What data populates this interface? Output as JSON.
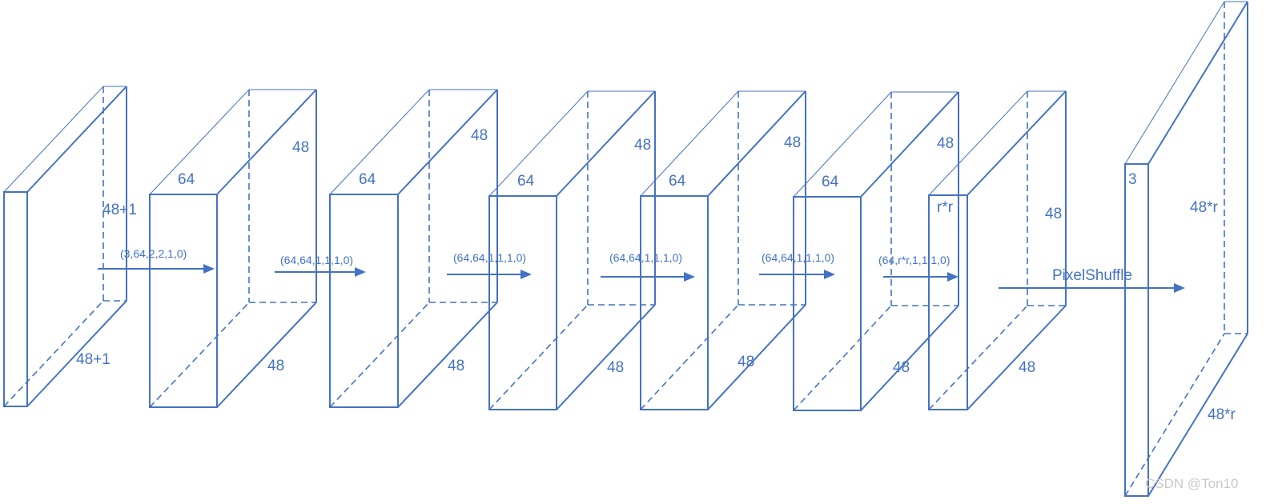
{
  "blocks": [
    {
      "id": "input",
      "depth_label": "",
      "height_label": "48+1",
      "width_label": "48+1"
    },
    {
      "id": "conv1",
      "depth_label": "64",
      "height_label": "48",
      "width_label": "48"
    },
    {
      "id": "conv2",
      "depth_label": "64",
      "height_label": "48",
      "width_label": "48"
    },
    {
      "id": "conv3",
      "depth_label": "64",
      "height_label": "48",
      "width_label": "48"
    },
    {
      "id": "conv4",
      "depth_label": "64",
      "height_label": "48",
      "width_label": "48"
    },
    {
      "id": "conv5",
      "depth_label": "64",
      "height_label": "48",
      "width_label": "48"
    },
    {
      "id": "conv6",
      "depth_label": "r*r",
      "height_label": "48",
      "width_label": "48"
    },
    {
      "id": "output",
      "depth_label": "3",
      "height_label": "48*r",
      "width_label": "48*r"
    }
  ],
  "operations": [
    {
      "label": "(3,64,2,2,1,0)"
    },
    {
      "label": "(64,64,1,1,1,0)"
    },
    {
      "label": "(64,64,1,1,1,0)"
    },
    {
      "label": "(64,64,1,1,1,0)"
    },
    {
      "label": "(64,64,1,1,1,0)"
    },
    {
      "label": "(64,r*r,1,1,1,0)"
    },
    {
      "label": "PixelShuffle"
    }
  ],
  "watermark": "CSDN @Ton10",
  "colors": {
    "stroke": "#4472c4",
    "watermark": "#c8c8c8"
  }
}
